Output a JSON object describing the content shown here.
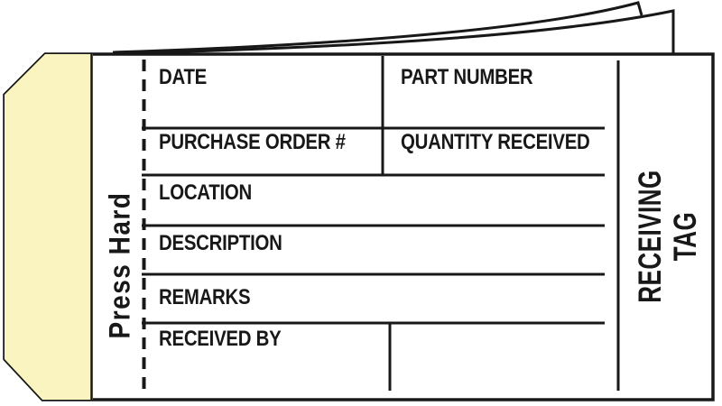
{
  "form": {
    "fields": {
      "date": "DATE",
      "part_number": "PART NUMBER",
      "purchase_order": "PURCHASE ORDER #",
      "quantity_received": "QUANTITY RECEIVED",
      "location": "LOCATION",
      "description": "DESCRIPTION",
      "remarks": "REMARKS",
      "received_by": "RECEIVED BY"
    }
  },
  "side_labels": {
    "press_hard": "Press Hard",
    "receiving_tag": "RECEIVING\nTAG"
  },
  "colors": {
    "stub_yellow": "#faf4c0",
    "ink": "#181818",
    "paper": "#ffffff"
  }
}
